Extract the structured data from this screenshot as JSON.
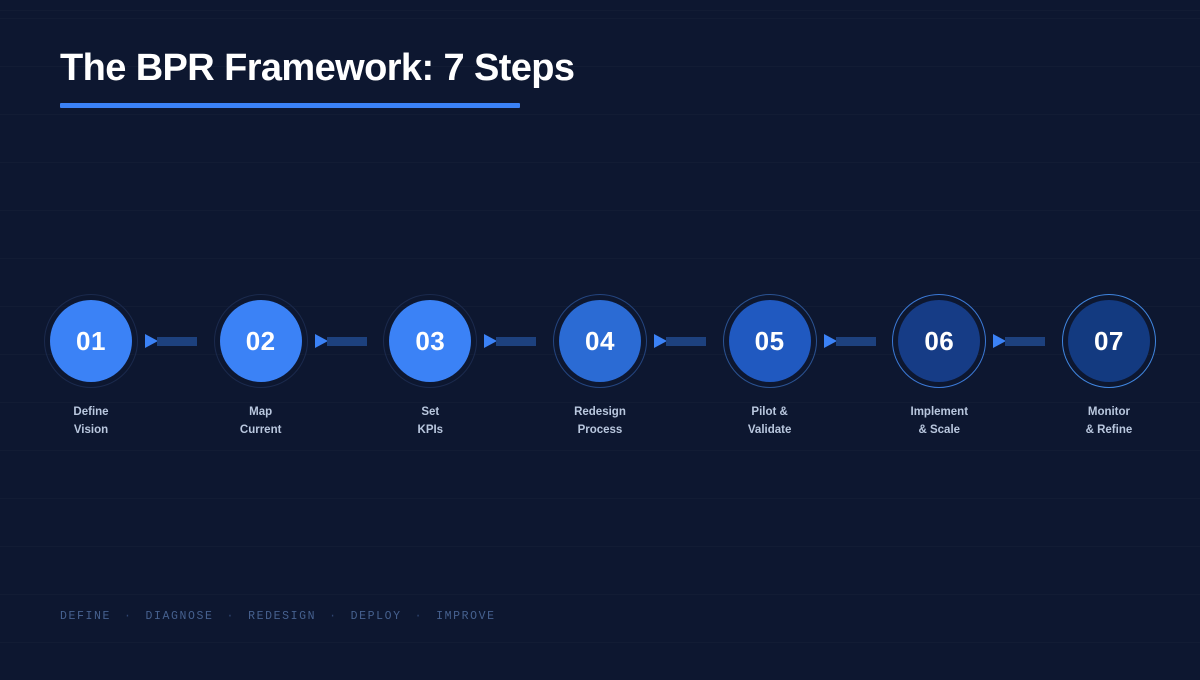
{
  "header": {
    "title": "The BPR Framework: 7 Steps",
    "accent_color": "#3b82f6"
  },
  "timeline": {
    "connector_head_color": "#3b82f6",
    "connector_bar_color": "#1d417e",
    "steps": [
      {
        "number": "01",
        "label_line1": "Define",
        "label_line2": "Vision",
        "fill": "#3b82f6",
        "ring": "#1b2a4d"
      },
      {
        "number": "02",
        "label_line1": "Map",
        "label_line2": "Current",
        "fill": "#3b82f6",
        "ring": "#1b2a4d"
      },
      {
        "number": "03",
        "label_line1": "Set",
        "label_line2": "KPIs",
        "fill": "#3b82f6",
        "ring": "#1b2a4d"
      },
      {
        "number": "04",
        "label_line1": "Redesign",
        "label_line2": "Process",
        "fill": "#2b6bd4",
        "ring": "#24457f"
      },
      {
        "number": "05",
        "label_line1": "Pilot &",
        "label_line2": "Validate",
        "fill": "#2059c0",
        "ring": "#2b5392"
      },
      {
        "number": "06",
        "label_line1": "Implement",
        "label_line2": "& Scale",
        "fill": "#163c86",
        "ring": "#3b79d6"
      },
      {
        "number": "07",
        "label_line1": "Monitor",
        "label_line2": "& Refine",
        "fill": "#133a80",
        "ring": "#4086e0"
      }
    ]
  },
  "footer": {
    "separator": "·",
    "items": [
      "DEFINE",
      "DIAGNOSE",
      "REDESIGN",
      "DEPLOY",
      "IMPROVE"
    ]
  }
}
